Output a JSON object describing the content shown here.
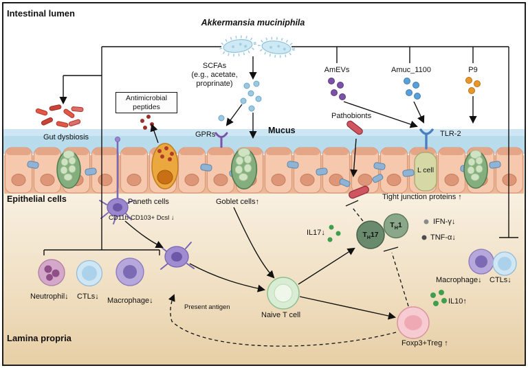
{
  "figure": {
    "lumen_label": "Intestinal lumen",
    "title": "Akkermansia muciniphila",
    "epithelial_label": "Epithelial cells",
    "lamina_label": "Lamina propria"
  },
  "lumen": {
    "scfas_l1": "SCFAs",
    "scfas_l2": "(e.g., acetate,",
    "scfas_l3": "proprinate)",
    "amevs": "AmEVs",
    "amuc": "Amuc_1100",
    "p9": "P9",
    "gut_dysbiosis": "Gut dysbiosis",
    "antimicrobial": "Antimicrobial peptides"
  },
  "epithelium": {
    "gprs": "GPRs",
    "mucus": "Mucus",
    "pathobionts": "Pathobionts",
    "tlr2": "TLR-2",
    "l_cell": "L cell",
    "paneth": "Paneth cells",
    "goblet": "Goblet cells↑",
    "tight_junction": "Tight junction proteins ↑"
  },
  "lamina": {
    "cd11b": "CD11b-CD103+ Dcsl ↓",
    "neutrophil": "Neutrophil↓",
    "ctls": "CTLs↓",
    "macrophage": "Macrophage↓",
    "present_antigen": "Present antigen",
    "naive_t": "Naive T cell",
    "il17": "IL17↓",
    "th17_pre": "T",
    "th17_sub": "H",
    "th17_post": "17",
    "th1_pre": "T",
    "th1_sub": "H",
    "th1_post": "1",
    "ifn": "IFN-γ↓",
    "tnf": "TNF-α↓",
    "macrophage_r": "Macrophage↓",
    "ctls_r": "CTLs↓",
    "il10": "IL10↑",
    "foxp3": "Foxp3+Treg ↑"
  },
  "colors": {
    "mucus": "#b8dcec",
    "epithelial_cell": "#f6c9ae",
    "amev_purple": "#7b52a8",
    "amuc_blue": "#5aa0d8",
    "p9_orange": "#e8982a",
    "cytokine_green": "#3f9e4d",
    "pathobiont_red": "#cf5560"
  }
}
